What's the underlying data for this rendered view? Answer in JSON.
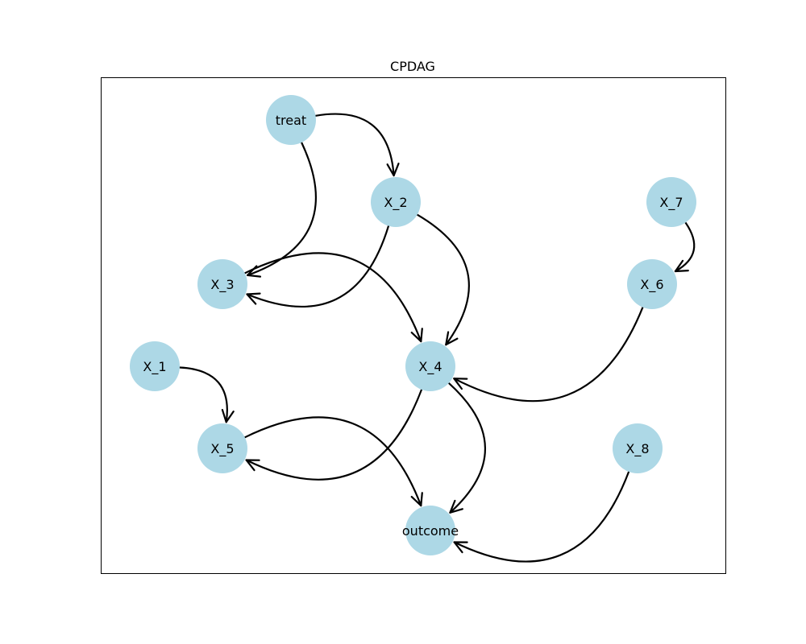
{
  "title": "CPDAG",
  "node_color": "#add8e6",
  "nodes": [
    {
      "id": "treat",
      "label": "treat"
    },
    {
      "id": "X_2",
      "label": "X_2"
    },
    {
      "id": "X_7",
      "label": "X_7"
    },
    {
      "id": "X_3",
      "label": "X_3"
    },
    {
      "id": "X_6",
      "label": "X_6"
    },
    {
      "id": "X_1",
      "label": "X_1"
    },
    {
      "id": "X_4",
      "label": "X_4"
    },
    {
      "id": "X_5",
      "label": "X_5"
    },
    {
      "id": "X_8",
      "label": "X_8"
    },
    {
      "id": "outcome",
      "label": "outcome"
    }
  ],
  "edges": [
    {
      "from": "treat",
      "to": "X_3"
    },
    {
      "from": "treat",
      "to": "X_2"
    },
    {
      "from": "X_2",
      "to": "X_3"
    },
    {
      "from": "X_2",
      "to": "X_4"
    },
    {
      "from": "X_7",
      "to": "X_6"
    },
    {
      "from": "X_6",
      "to": "X_4"
    },
    {
      "from": "X_3",
      "to": "X_4"
    },
    {
      "from": "X_4",
      "to": "X_5"
    },
    {
      "from": "X_1",
      "to": "X_5"
    },
    {
      "from": "X_4",
      "to": "outcome"
    },
    {
      "from": "X_5",
      "to": "outcome"
    },
    {
      "from": "X_8",
      "to": "outcome"
    }
  ]
}
